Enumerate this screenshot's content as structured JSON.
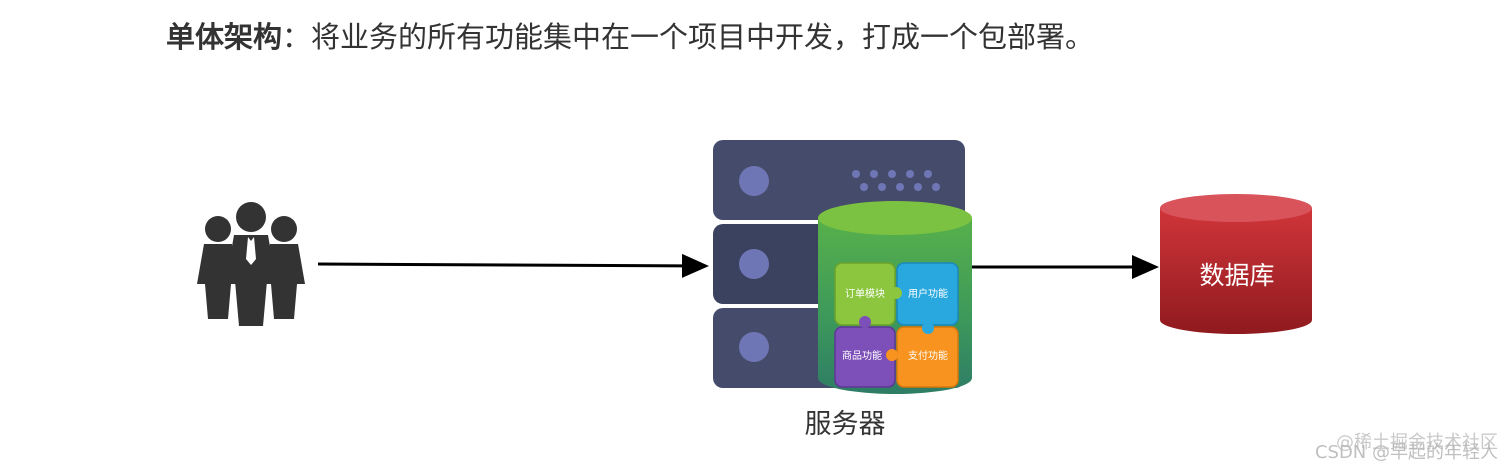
{
  "caption": {
    "term": "单体架构",
    "separator": "：",
    "text": "将业务的所有功能集中在一个项目中开发，打成一个包部署。"
  },
  "nodes": {
    "users": {
      "icon": "users-icon"
    },
    "server": {
      "label": "服务器",
      "icon": "server-icon"
    },
    "database": {
      "label": "数据库",
      "icon": "database-icon"
    }
  },
  "modules": [
    {
      "label": "订单模块",
      "color": "#8cc63f"
    },
    {
      "label": "用户功能",
      "color": "#29a8df"
    },
    {
      "label": "商品功能",
      "color": "#7d4fb8"
    },
    {
      "label": "支付功能",
      "color": "#f7931e"
    }
  ],
  "watermarks": [
    "@稀土掘金技术社区",
    "CSDN @早起的年轻人"
  ],
  "colors": {
    "server": "#454c6b",
    "database": "#c0282d",
    "app": "#5aa545",
    "users": "#333333",
    "arrow": "#000000"
  }
}
